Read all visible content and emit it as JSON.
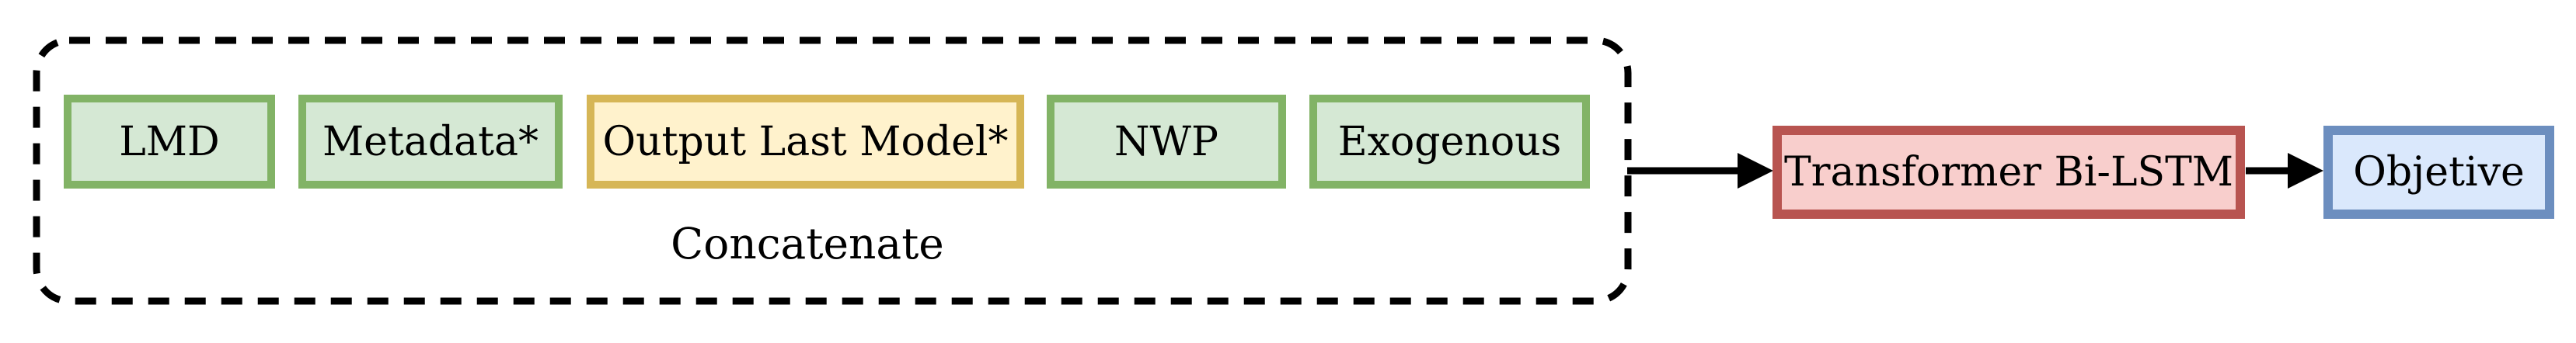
{
  "colors": {
    "green": {
      "fill": "#d5e8d4",
      "stroke": "#82b366"
    },
    "yellow": {
      "fill": "#fff2cc",
      "stroke": "#d6b656"
    },
    "red": {
      "fill": "#f8cecc",
      "stroke": "#b85450"
    },
    "blue": {
      "fill": "#dae8fc",
      "stroke": "#6c8ebf"
    },
    "line": "#000000",
    "background": "#ffffff"
  },
  "diagram": {
    "concatenate_group": {
      "label": "Concatenate",
      "border_style": "black dashed rounded rectangle",
      "input_boxes": [
        {
          "label": "LMD",
          "color": "green"
        },
        {
          "label": "Metadata*",
          "color": "green"
        },
        {
          "label": "Output Last Model*",
          "color": "yellow"
        },
        {
          "label": "NWP",
          "color": "green"
        },
        {
          "label": "Exogenous",
          "color": "green"
        }
      ]
    },
    "model_box": {
      "label": "Transformer Bi-LSTM",
      "color": "red"
    },
    "output_box": {
      "label": "Objetive",
      "color": "blue"
    },
    "connections": [
      {
        "from": "Concatenate group",
        "to": "Transformer Bi-LSTM",
        "style": "solid black arrow"
      },
      {
        "from": "Transformer Bi-LSTM",
        "to": "Objetive",
        "style": "solid black arrow"
      }
    ]
  }
}
